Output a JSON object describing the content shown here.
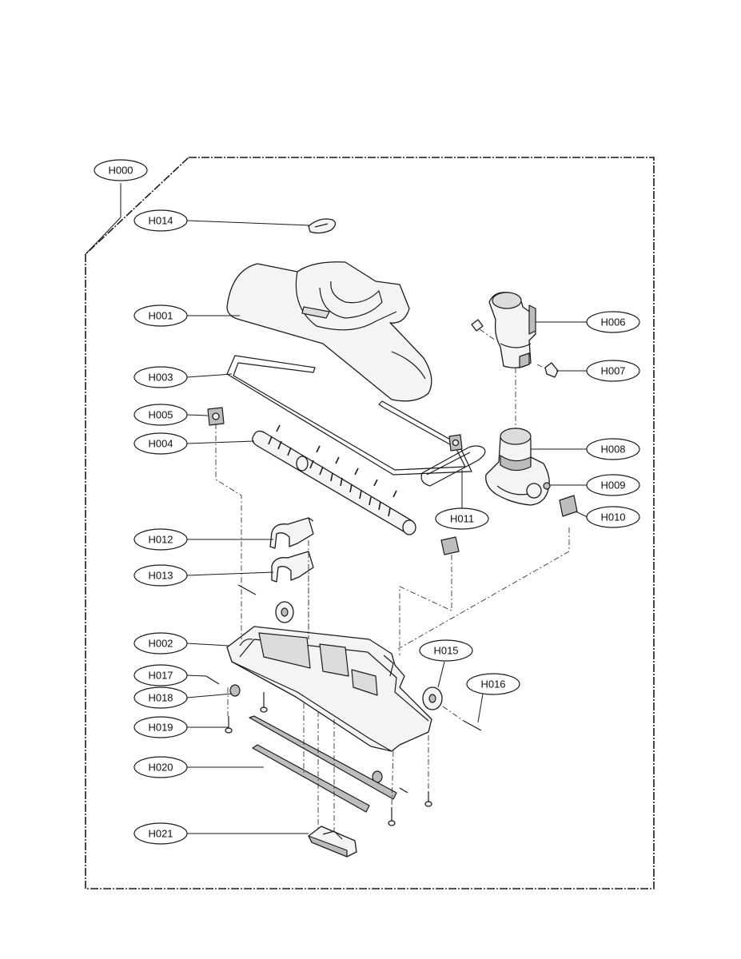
{
  "diagram": {
    "parts": [
      {
        "id": "H000"
      },
      {
        "id": "H014"
      },
      {
        "id": "H001"
      },
      {
        "id": "H003"
      },
      {
        "id": "H005"
      },
      {
        "id": "H004"
      },
      {
        "id": "H012"
      },
      {
        "id": "H013"
      },
      {
        "id": "H002"
      },
      {
        "id": "H017"
      },
      {
        "id": "H018"
      },
      {
        "id": "H019"
      },
      {
        "id": "H020"
      },
      {
        "id": "H021"
      },
      {
        "id": "H006"
      },
      {
        "id": "H007"
      },
      {
        "id": "H008"
      },
      {
        "id": "H009"
      },
      {
        "id": "H010"
      },
      {
        "id": "H011"
      },
      {
        "id": "H015"
      },
      {
        "id": "H016"
      }
    ]
  }
}
